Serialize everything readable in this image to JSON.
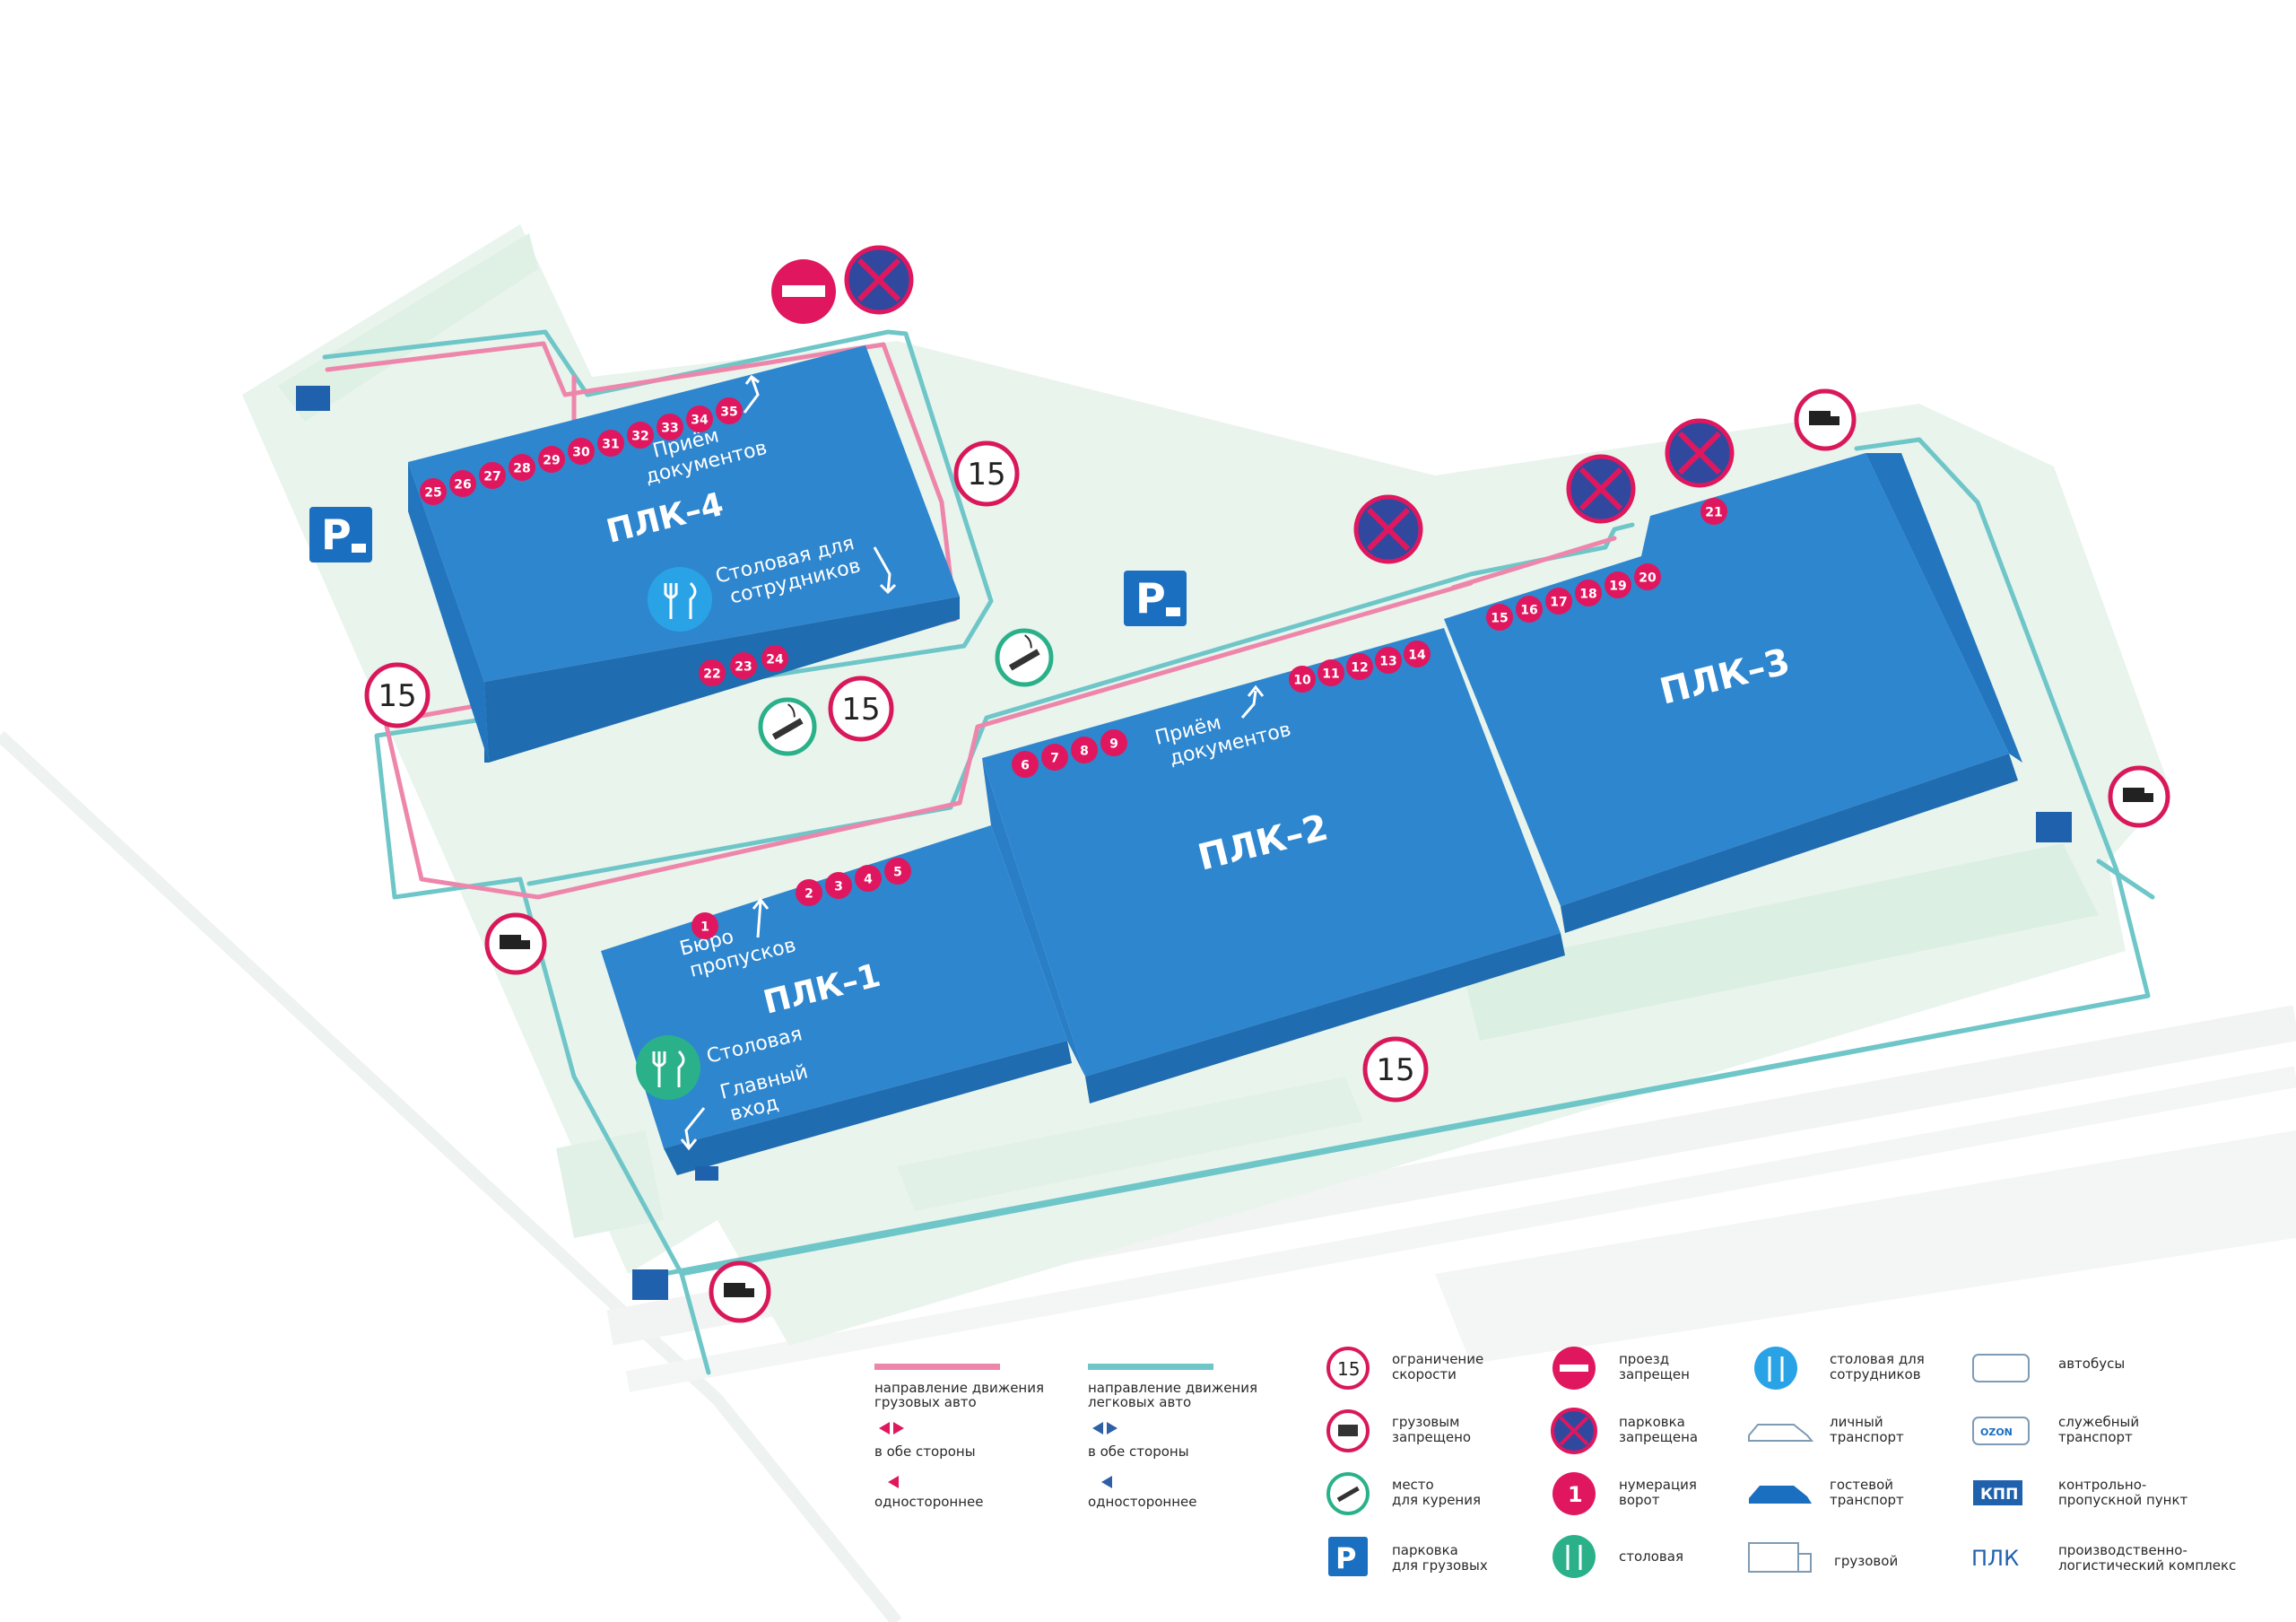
{
  "colors": {
    "building": "#2e86cf",
    "building_side": "#1f6cb0",
    "ground": "#e8f3ec",
    "truck_route": "#ee86ab",
    "car_route": "#6ec6c8",
    "gate": "#e0175e",
    "speed_ring": "#d9185b",
    "dining": "#2bb18a",
    "staff_dining": "#2aa3e6",
    "parking": "#1a6fc0",
    "kpp": "#1f61ad"
  },
  "buildings": {
    "plk1": "ПЛК–1",
    "plk2": "ПЛК–2",
    "plk3": "ПЛК–3",
    "plk4": "ПЛК–4"
  },
  "labels": {
    "docs_plk4": [
      "Приём",
      "документов"
    ],
    "docs_plk2": [
      "Приём",
      "документов"
    ],
    "staff_canteen": [
      "Столовая для",
      "сотрудников"
    ],
    "bureau": [
      "Бюро",
      "пропусков"
    ],
    "canteen": "Столовая",
    "main_entrance": [
      "Главный",
      "вход"
    ]
  },
  "gates": {
    "plk4_top": [
      "25",
      "26",
      "27",
      "28",
      "29",
      "30",
      "31",
      "32",
      "33",
      "34",
      "35"
    ],
    "plk4_bottom": [
      "22",
      "23",
      "24"
    ],
    "plk1": [
      "1",
      "2",
      "3",
      "4",
      "5"
    ],
    "plk2_a": [
      "6",
      "7",
      "8",
      "9"
    ],
    "plk2_b": [
      "10",
      "11",
      "12",
      "13",
      "14"
    ],
    "plk3": [
      "15",
      "16",
      "17",
      "18",
      "19",
      "20"
    ],
    "plk3_single": "21"
  },
  "speed_limit": "15",
  "legend": {
    "truck_route": [
      "направление движения",
      "грузовых авто"
    ],
    "car_route": [
      "направление движения",
      "легковых авто"
    ],
    "both_ways": "в обе стороны",
    "one_way": "одностороннее",
    "speed_limit": [
      "ограничение",
      "скорости"
    ],
    "trucks_forbidden": [
      "грузовым",
      "запрещено"
    ],
    "smoking": [
      "место",
      "для курения"
    ],
    "truck_parking": [
      "парковка",
      "для грузовых"
    ],
    "no_entry": [
      "проезд",
      "запрещен"
    ],
    "no_parking": [
      "парковка",
      "запрещена"
    ],
    "gate_numbering": [
      "нумерация",
      "ворот"
    ],
    "canteen": "столовая",
    "staff_canteen": [
      "столовая для",
      "сотрудников"
    ],
    "personal_transport": [
      "личный",
      "транспорт"
    ],
    "guest_transport": [
      "гостевой",
      "транспорт"
    ],
    "cargo": "грузовой",
    "buses": "автобусы",
    "service_transport": [
      "служебный",
      "транспорт"
    ],
    "kpp_badge": "КПП",
    "kpp": [
      "контрольно-",
      "пропускной пункт"
    ],
    "plk_badge": "ПЛК",
    "plk": [
      "производственно-",
      "логистический комплекс"
    ],
    "gate_sample": "1",
    "ozon": "OZON"
  },
  "icons": [
    "truck-icon",
    "cigarette-icon",
    "fork-spoon-icon",
    "parking-icon",
    "no-entry-icon",
    "no-parking-icon",
    "bus-icon",
    "car-icon",
    "arrow-icon"
  ]
}
